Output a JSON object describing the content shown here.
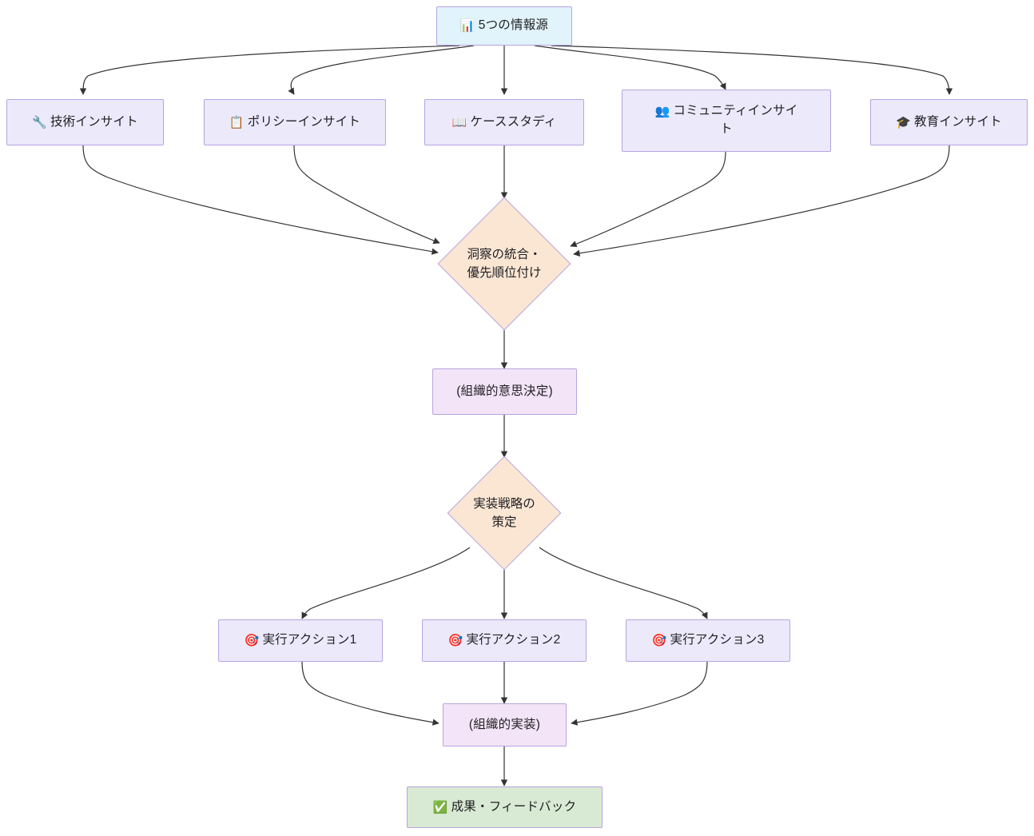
{
  "diagram": {
    "type": "flowchart",
    "direction": "top-down",
    "background": "#ffffff",
    "palette": {
      "source_fill": "#e1f3fb",
      "insight_fill": "#ece9fb",
      "decision_fill": "#fbe6d4",
      "process_fill": "#f3e4f7",
      "outcome_fill": "#d8ead3",
      "node_border": "#b7a4e0",
      "edge_color": "#333333",
      "text_color": "#1f1f22"
    }
  },
  "nodes": {
    "source": {
      "id": "source",
      "label": "5つの情報源",
      "icon": "bar-chart-emoji",
      "icon_glyph": "📊",
      "shape": "rect",
      "fill": "#e1f3fb"
    },
    "insights": [
      {
        "id": "tech",
        "label": "技術インサイト",
        "icon": "wrench-emoji",
        "icon_glyph": "🔧",
        "shape": "rect",
        "fill": "#ece9fb"
      },
      {
        "id": "policy",
        "label": "ポリシーインサイト",
        "icon": "clipboard-emoji",
        "icon_glyph": "📋",
        "shape": "rect",
        "fill": "#ece9fb"
      },
      {
        "id": "case",
        "label": "ケーススタディ",
        "icon": "open-book-emoji",
        "icon_glyph": "📖",
        "shape": "rect",
        "fill": "#ece9fb"
      },
      {
        "id": "community",
        "label": "コミュニティインサイ\nト",
        "icon": "busts-in-silhouette-emoji",
        "icon_glyph": "👥",
        "shape": "rect",
        "fill": "#ece9fb"
      },
      {
        "id": "education",
        "label": "教育インサイト",
        "icon": "graduation-cap-emoji",
        "icon_glyph": "🎓",
        "shape": "rect",
        "fill": "#ece9fb"
      }
    ],
    "integrate": {
      "id": "integrate",
      "label": "洞察の統合・\n優先順位付け",
      "shape": "diamond",
      "fill": "#fbe6d4"
    },
    "org_decision": {
      "id": "org_decision",
      "label": "(組織的意思決定)",
      "shape": "rect",
      "fill": "#f3e4f7"
    },
    "strategy": {
      "id": "strategy",
      "label": "実装戦略の\n策定",
      "shape": "diamond",
      "fill": "#fbe6d4"
    },
    "actions": [
      {
        "id": "action1",
        "label": "実行アクション1",
        "icon": "direct-hit-emoji",
        "icon_glyph": "🎯",
        "shape": "rect",
        "fill": "#ece9fb"
      },
      {
        "id": "action2",
        "label": "実行アクション2",
        "icon": "direct-hit-emoji",
        "icon_glyph": "🎯",
        "shape": "rect",
        "fill": "#ece9fb"
      },
      {
        "id": "action3",
        "label": "実行アクション3",
        "icon": "direct-hit-emoji",
        "icon_glyph": "🎯",
        "shape": "rect",
        "fill": "#ece9fb"
      }
    ],
    "org_impl": {
      "id": "org_impl",
      "label": "(組織的実装)",
      "shape": "rect",
      "fill": "#f3e4f7"
    },
    "outcome": {
      "id": "outcome",
      "label": "成果・フィードバック",
      "icon": "white-check-mark-emoji",
      "icon_glyph": "✅",
      "shape": "rect",
      "fill": "#d8ead3"
    }
  },
  "edges": [
    {
      "from": "source",
      "to": "tech"
    },
    {
      "from": "source",
      "to": "policy"
    },
    {
      "from": "source",
      "to": "case"
    },
    {
      "from": "source",
      "to": "community"
    },
    {
      "from": "source",
      "to": "education"
    },
    {
      "from": "tech",
      "to": "integrate"
    },
    {
      "from": "policy",
      "to": "integrate"
    },
    {
      "from": "case",
      "to": "integrate"
    },
    {
      "from": "community",
      "to": "integrate"
    },
    {
      "from": "education",
      "to": "integrate"
    },
    {
      "from": "integrate",
      "to": "org_decision"
    },
    {
      "from": "org_decision",
      "to": "strategy"
    },
    {
      "from": "strategy",
      "to": "action1"
    },
    {
      "from": "strategy",
      "to": "action2"
    },
    {
      "from": "strategy",
      "to": "action3"
    },
    {
      "from": "action1",
      "to": "org_impl"
    },
    {
      "from": "action2",
      "to": "org_impl"
    },
    {
      "from": "action3",
      "to": "org_impl"
    },
    {
      "from": "org_impl",
      "to": "outcome"
    }
  ]
}
